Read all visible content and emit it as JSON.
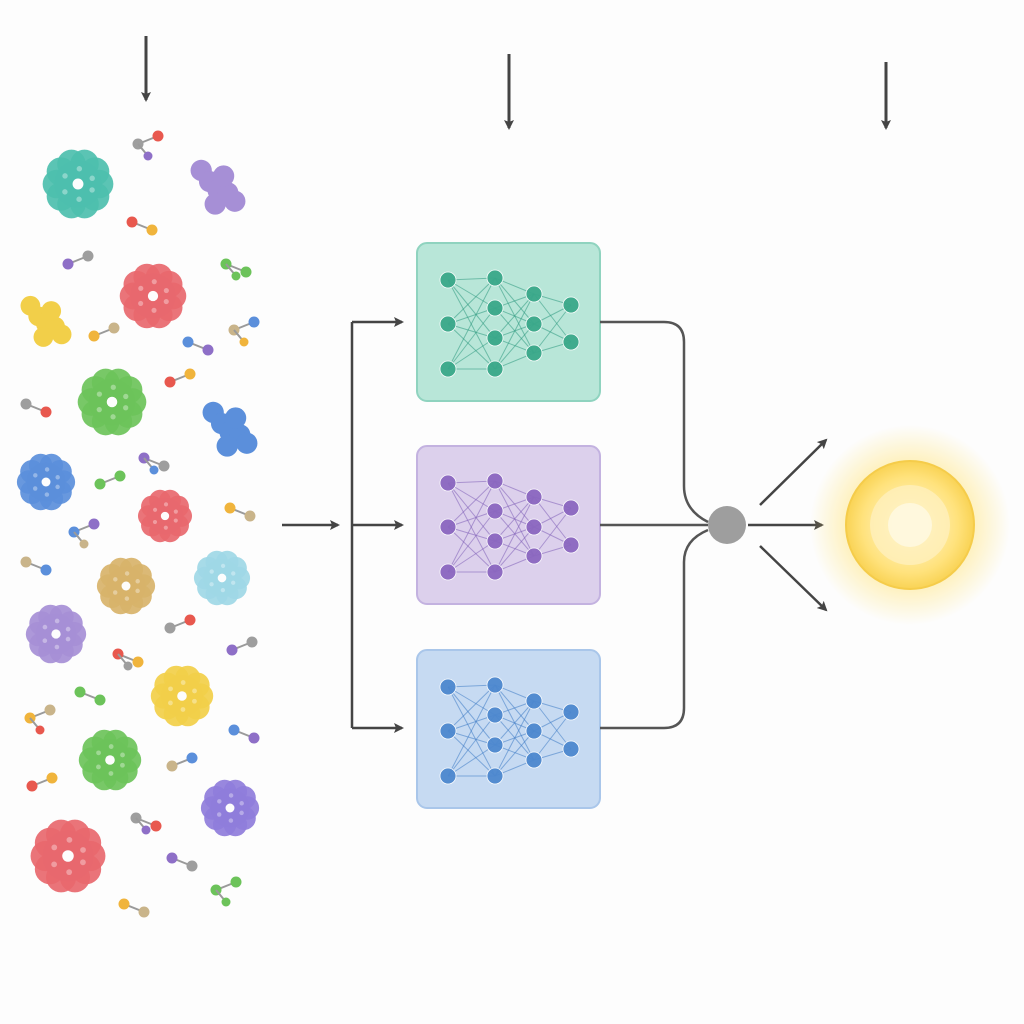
{
  "colors": {
    "background": "#fdfdfd",
    "arrow": "#444444",
    "connector": "#555555",
    "merge_node": "#9e9e9e",
    "output_core": "#ffe9a3",
    "output_ring": "#f7d25a",
    "output_glow": "#ffe066"
  },
  "diagram": {
    "input_pool": {
      "icon": "molecule-pool",
      "proteins": [
        {
          "icon": "protein-blob",
          "color": "#4dbfae"
        },
        {
          "icon": "protein-chain",
          "color": "#a68fd6"
        },
        {
          "icon": "protein-blob",
          "color": "#e8686e"
        },
        {
          "icon": "protein-chain",
          "color": "#f2cf49"
        },
        {
          "icon": "protein-blob",
          "color": "#6cc35a"
        },
        {
          "icon": "protein-chain",
          "color": "#5b8fdb"
        },
        {
          "icon": "protein-blob",
          "color": "#5b8fdb"
        },
        {
          "icon": "protein-blob",
          "color": "#e8686e"
        },
        {
          "icon": "protein-blob",
          "color": "#d8b36a"
        },
        {
          "icon": "protein-blob",
          "color": "#9fd8e6"
        },
        {
          "icon": "protein-blob",
          "color": "#a68fd6"
        },
        {
          "icon": "protein-blob",
          "color": "#f2cf49"
        },
        {
          "icon": "protein-blob",
          "color": "#6cc35a"
        },
        {
          "icon": "protein-blob",
          "color": "#8f7ddb"
        },
        {
          "icon": "protein-blob",
          "color": "#e8686e"
        }
      ],
      "small_molecule_icon": "small-molecule",
      "atom_colors": [
        "#9e9e9e",
        "#e8584e",
        "#8e6fc7",
        "#6cc35a",
        "#f0b43c",
        "#5b8fdb",
        "#c9b48a"
      ]
    },
    "models": [
      {
        "icon": "neural-network",
        "fill": "#b8e6d8",
        "stroke": "#8fd3bf",
        "node": "#3aa88a",
        "edge": "#2f9a80"
      },
      {
        "icon": "neural-network",
        "fill": "#dcd0ec",
        "stroke": "#c3b2e0",
        "node": "#8b67c0",
        "edge": "#8060b8"
      },
      {
        "icon": "neural-network",
        "fill": "#c6daf2",
        "stroke": "#a9c6ea",
        "node": "#4d88cf",
        "edge": "#3f7cc6"
      }
    ],
    "merge": {
      "icon": "merge-node"
    },
    "output": {
      "icon": "glowing-sun"
    },
    "top_arrows": [
      "pointer-arrow-icon",
      "pointer-arrow-icon",
      "pointer-arrow-icon"
    ]
  }
}
